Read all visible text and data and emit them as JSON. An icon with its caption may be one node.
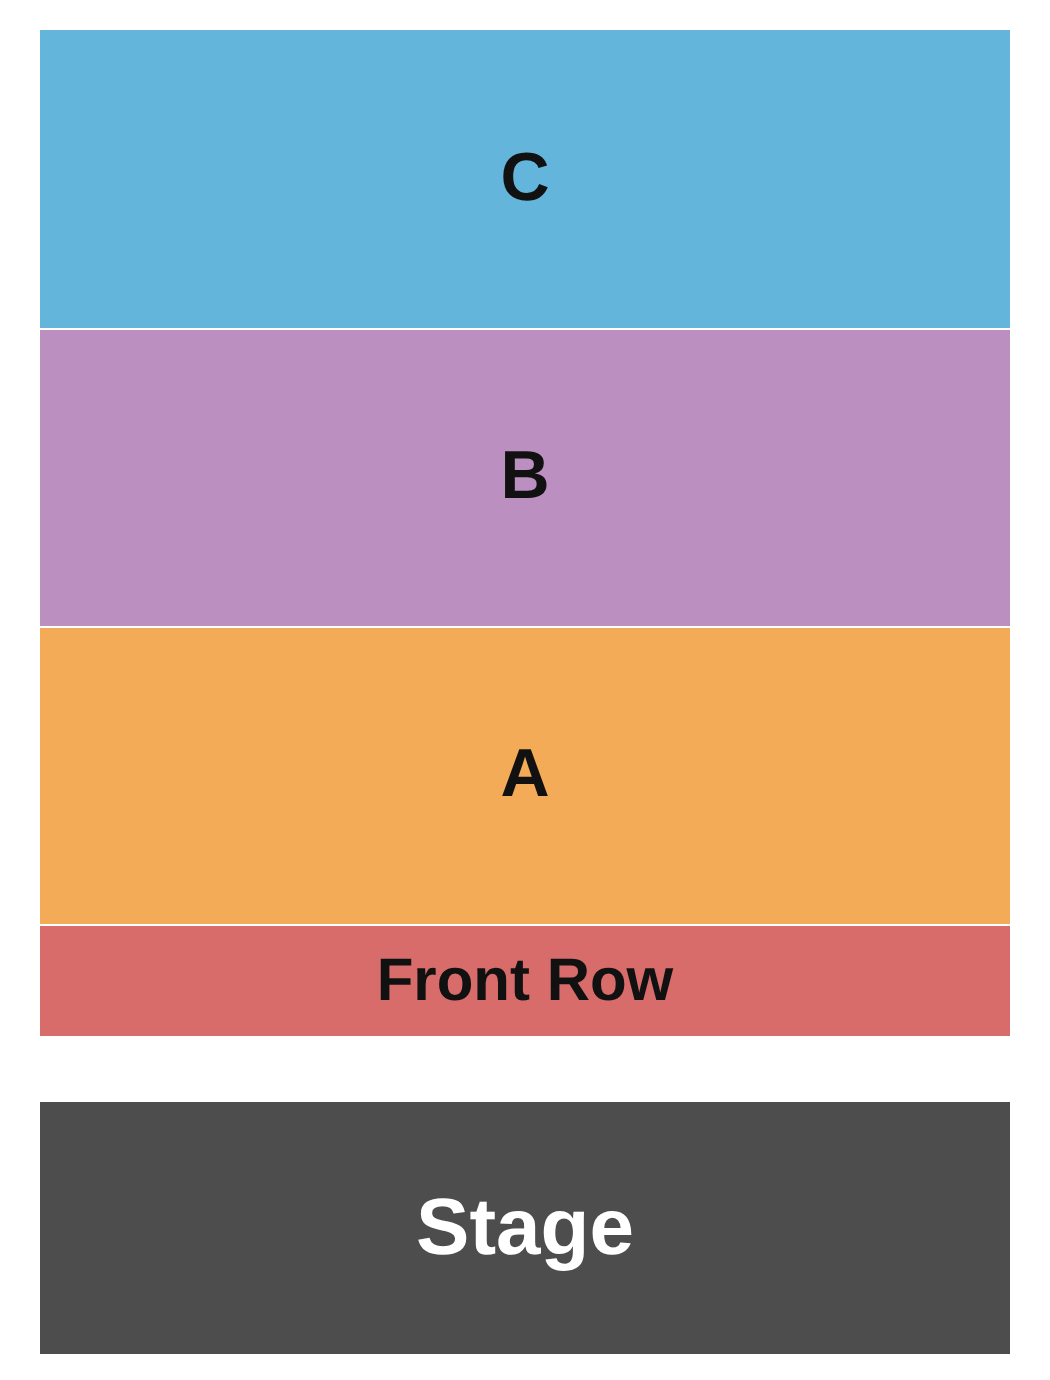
{
  "diagram": {
    "nodes": [
      {
        "text": [
          "C"
        ]
      },
      {
        "text": [
          "B"
        ]
      },
      {
        "text": [
          "A"
        ]
      },
      {
        "text": [
          "Front Row"
        ]
      },
      {
        "text": [
          "Stage"
        ]
      }
    ]
  }
}
